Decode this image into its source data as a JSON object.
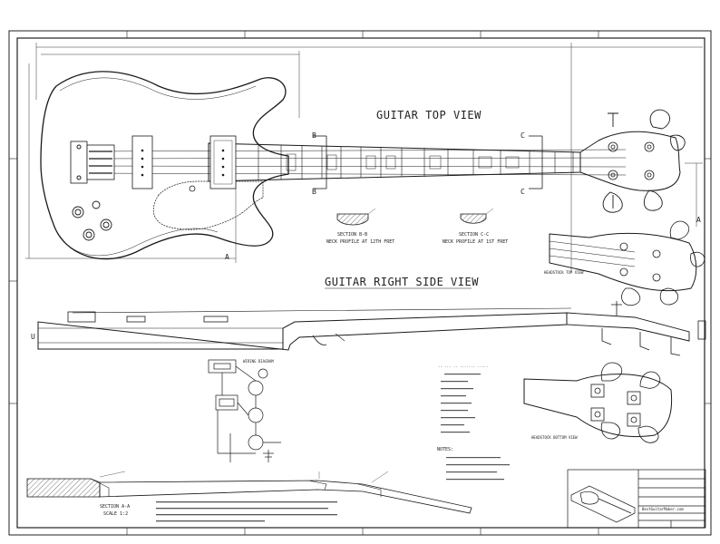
{
  "drawing": {
    "top_view_title": "GUITAR TOP VIEW",
    "side_view_title": "GUITAR RIGHT SIDE VIEW",
    "headstock_top_view_label": "HEADSTOCK TOP VIEW",
    "headstock_bottom_view_label": "HEADSTOCK BOTTOM VIEW",
    "wiring_diagram_label": "WIRING DIAGRAM",
    "section_bb_label": "SECTION B-B",
    "section_bb_note": "NECK PROFILE AT 12TH FRET",
    "section_cc_label": "SECTION C-C",
    "section_cc_note": "NECK PROFILE AT 1ST FRET",
    "section_aa_label": "SECTION A-A",
    "section_aa_scale": "SCALE 1:2",
    "section_marker_a": "A",
    "section_marker_b": "B",
    "section_marker_c": "C",
    "notes_heading": "NOTES:",
    "title_block_site": "BestGuitarMaker.com"
  },
  "colors": {
    "line": "#1a1a1a",
    "paper": "#ffffff",
    "hatch": "#555555"
  }
}
